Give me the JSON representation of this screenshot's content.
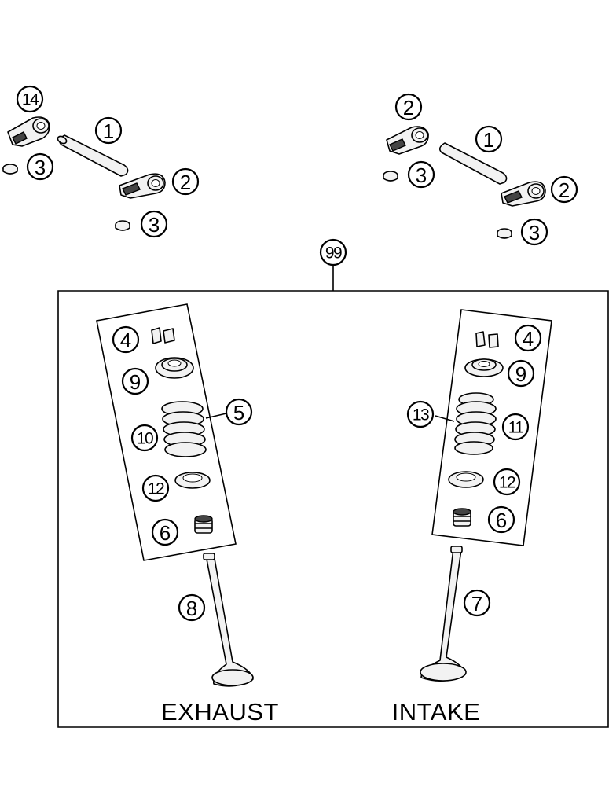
{
  "colors": {
    "stroke": "#000000",
    "part_fill": "#f2f2f2",
    "background": "#ffffff"
  },
  "callouts": {
    "c14": "14",
    "c1_left": "1",
    "c3_left_a": "3",
    "c2_left": "2",
    "c3_left_b": "3",
    "c2_right_top": "2",
    "c1_right": "1",
    "c3_right_a": "3",
    "c2_right": "2",
    "c3_right_b": "3",
    "c99": "99",
    "ex_4": "4",
    "ex_9": "9",
    "ex_5": "5",
    "ex_10": "10",
    "ex_12": "12",
    "ex_6": "6",
    "ex_8": "8",
    "in_4": "4",
    "in_9": "9",
    "in_13": "13",
    "in_11": "11",
    "in_12": "12",
    "in_6": "6",
    "in_7": "7"
  },
  "labels": {
    "exhaust": "EXHAUST",
    "intake": "INTAKE"
  }
}
